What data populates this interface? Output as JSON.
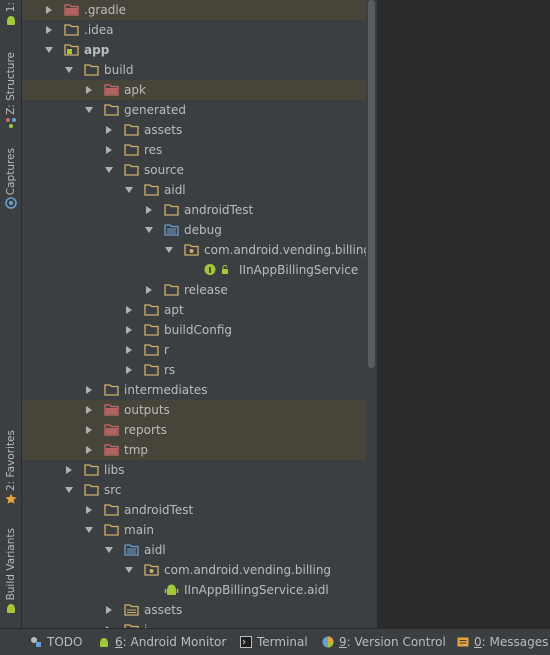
{
  "sidebar_tabs": [
    {
      "label": "1:",
      "icon": "android-project-icon"
    },
    {
      "label": "Z: Structure",
      "icon": "structure-icon"
    },
    {
      "label": "Captures",
      "icon": "captures-icon"
    },
    {
      "label": "2: Favorites",
      "icon": "star-icon"
    },
    {
      "label": "Build Variants",
      "icon": "android-icon"
    }
  ],
  "tree": [
    {
      "label": ".gradle",
      "depth": 1,
      "state": "collapsed",
      "icon": "folder-red",
      "hl": true
    },
    {
      "label": ".idea",
      "depth": 1,
      "state": "collapsed",
      "icon": "folder-plain"
    },
    {
      "label": "app",
      "depth": 1,
      "state": "expanded",
      "icon": "module-folder",
      "bold": true
    },
    {
      "label": "build",
      "depth": 2,
      "state": "expanded",
      "icon": "folder-plain"
    },
    {
      "label": "apk",
      "depth": 3,
      "state": "collapsed",
      "icon": "folder-red",
      "hl": true
    },
    {
      "label": "generated",
      "depth": 3,
      "state": "expanded",
      "icon": "folder-plain"
    },
    {
      "label": "assets",
      "depth": 4,
      "state": "collapsed",
      "icon": "folder-plain"
    },
    {
      "label": "res",
      "depth": 4,
      "state": "collapsed",
      "icon": "folder-plain"
    },
    {
      "label": "source",
      "depth": 4,
      "state": "expanded",
      "icon": "folder-plain"
    },
    {
      "label": "aidl",
      "depth": 5,
      "state": "expanded",
      "icon": "folder-plain"
    },
    {
      "label": "androidTest",
      "depth": 6,
      "state": "collapsed",
      "icon": "folder-plain"
    },
    {
      "label": "debug",
      "depth": 6,
      "state": "expanded",
      "icon": "source-folder"
    },
    {
      "label": "com.android.vending.billing",
      "depth": 7,
      "state": "expanded",
      "icon": "package-folder"
    },
    {
      "label": "IInAppBillingService",
      "depth": 8,
      "state": "none",
      "icon": "interface-file"
    },
    {
      "label": "release",
      "depth": 6,
      "state": "collapsed",
      "icon": "folder-plain"
    },
    {
      "label": "apt",
      "depth": 5,
      "state": "collapsed",
      "icon": "folder-plain"
    },
    {
      "label": "buildConfig",
      "depth": 5,
      "state": "collapsed",
      "icon": "folder-plain"
    },
    {
      "label": "r",
      "depth": 5,
      "state": "collapsed",
      "icon": "folder-plain"
    },
    {
      "label": "rs",
      "depth": 5,
      "state": "collapsed",
      "icon": "folder-plain"
    },
    {
      "label": "intermediates",
      "depth": 3,
      "state": "collapsed",
      "icon": "folder-plain"
    },
    {
      "label": "outputs",
      "depth": 3,
      "state": "collapsed",
      "icon": "folder-red",
      "hl": true
    },
    {
      "label": "reports",
      "depth": 3,
      "state": "collapsed",
      "icon": "folder-red",
      "hl": true
    },
    {
      "label": "tmp",
      "depth": 3,
      "state": "collapsed",
      "icon": "folder-red",
      "hl": true
    },
    {
      "label": "libs",
      "depth": 2,
      "state": "collapsed",
      "icon": "folder-plain"
    },
    {
      "label": "src",
      "depth": 2,
      "state": "expanded",
      "icon": "folder-plain"
    },
    {
      "label": "androidTest",
      "depth": 3,
      "state": "collapsed",
      "icon": "folder-plain"
    },
    {
      "label": "main",
      "depth": 3,
      "state": "expanded",
      "icon": "folder-plain"
    },
    {
      "label": "aidl",
      "depth": 4,
      "state": "expanded",
      "icon": "source-folder"
    },
    {
      "label": "com.android.vending.billing",
      "depth": 5,
      "state": "expanded",
      "icon": "package-folder"
    },
    {
      "label": "IInAppBillingService.aidl",
      "depth": 6,
      "state": "none",
      "icon": "android-file"
    },
    {
      "label": "assets",
      "depth": 4,
      "state": "collapsed",
      "icon": "resources-folder"
    },
    {
      "label": "j",
      "depth": 4,
      "state": "collapsed",
      "icon": "folder-plain"
    }
  ],
  "bottom_tabs": [
    {
      "prefix": "",
      "label": "TODO",
      "icon": "todo-icon"
    },
    {
      "prefix": "6",
      "label": ": Android Monitor",
      "icon": "android-icon"
    },
    {
      "prefix": "",
      "label": "Terminal",
      "icon": "terminal-icon"
    },
    {
      "prefix": "9",
      "label": ": Version Control",
      "icon": "vcs-icon"
    },
    {
      "prefix": "0",
      "label": ": Messages",
      "icon": "messages-icon"
    }
  ],
  "colors": {
    "panel": "#3c3f41",
    "editor": "#2b2b2b",
    "highlight_row": "#47443a",
    "folder": "#cfaf6b",
    "folder_excluded": "#c76a6a",
    "source_folder": "#6a9fd4",
    "android_green": "#a4c639"
  }
}
